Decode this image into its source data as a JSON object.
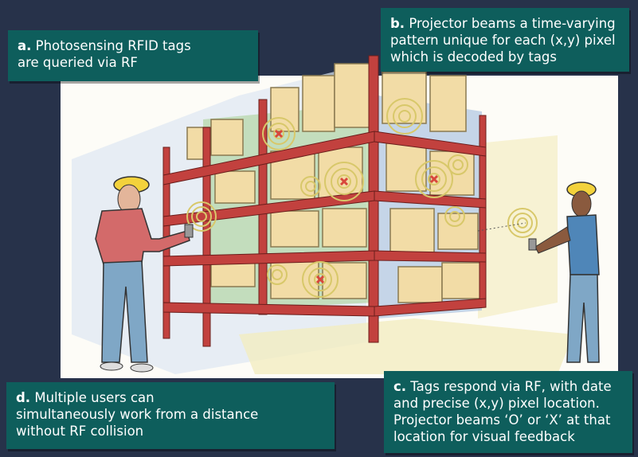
{
  "callouts": {
    "a": {
      "letter": "a.",
      "line1": " Photosensing RFID tags",
      "line2": "are queried via RF"
    },
    "b": {
      "letter": "b.",
      "line1": " Projector beams a time-varying",
      "line2": "pattern unique for each (x,y) pixel",
      "line3": "which is decoded by tags"
    },
    "c": {
      "letter": "c.",
      "line1": " Tags respond via RF, with date",
      "line2": "and precise (x,y) pixel location.",
      "line3": "Projector beams ‘O’ or ‘X’ at that",
      "line4": "location for visual feedback"
    },
    "d": {
      "letter": "d.",
      "line1": " Multiple users can",
      "line2": "simultaneously work from a distance",
      "line3": "without RF collision"
    }
  },
  "colors": {
    "background": "#27324a",
    "callout": "#0e5e5c",
    "shelf_frame": "#c2413e",
    "tag_ring": "#d8c86a",
    "projection_green": "#9cc58a",
    "projection_blue": "#8fb0d6",
    "box": "#f0d9a0",
    "shirt": "#d36a6a",
    "pants": "#7fa7c6",
    "hardhat": "#f3d23c"
  },
  "icons": [
    "worker-left",
    "worker-right",
    "shelving-unit",
    "rfid-tag-rings",
    "projected-x-marks",
    "projector-beam"
  ]
}
